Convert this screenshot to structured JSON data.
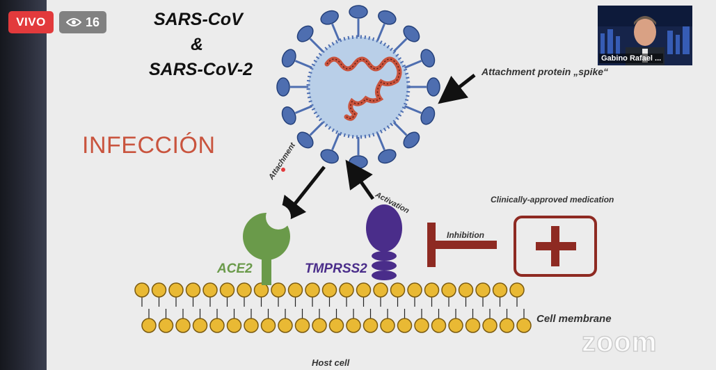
{
  "live": {
    "label": "VIVO",
    "viewer_count": "16",
    "eye_icon": "eye-icon"
  },
  "speaker": {
    "name": "Gabino Rafael ..."
  },
  "watermark": {
    "text": "zoom"
  },
  "slide": {
    "title_line1": "SARS-CoV",
    "title_line2": "&",
    "title_line3": "SARS-CoV-2",
    "heading": "INFECCIÓN",
    "spike_label": "Attachment protein „spike“",
    "attachment_label": "Attachment",
    "activation_label": "Activation",
    "medication_label": "Clinically-approved medication",
    "inhibition_label": "Inhibition",
    "ace2_label": "ACE2",
    "tmprss2_label": "TMPRSS2",
    "membrane_label": "Cell membrane",
    "host_label": "Host cell",
    "colors": {
      "ace2": "#6a9a4a",
      "tmprss2": "#4a2d8a",
      "inhibitor": "#8e2a22",
      "virus_body": "#b9cfe8",
      "spike": "#4e6eb0",
      "rna": "#c9543e",
      "lipid": "#e9b934"
    }
  }
}
